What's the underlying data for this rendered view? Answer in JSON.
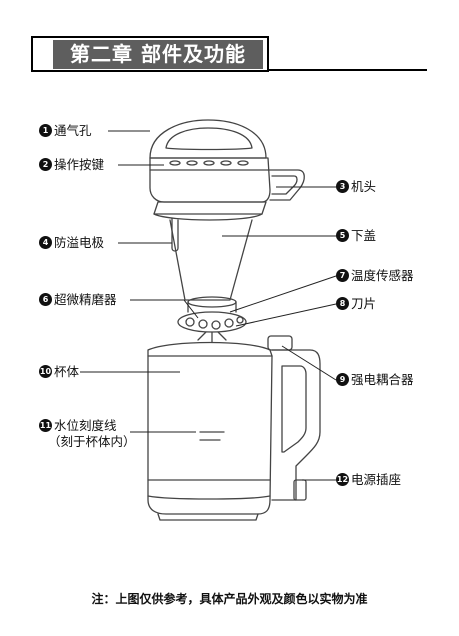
{
  "header": {
    "title": "第二章  部件及功能"
  },
  "parts": [
    {
      "num": "1",
      "name": "通气孔"
    },
    {
      "num": "2",
      "name": "操作按键"
    },
    {
      "num": "3",
      "name": "机头"
    },
    {
      "num": "4",
      "name": "防溢电极"
    },
    {
      "num": "5",
      "name": "下盖"
    },
    {
      "num": "6",
      "name": "超微精磨器"
    },
    {
      "num": "7",
      "name": "温度传感器"
    },
    {
      "num": "8",
      "name": "刀片"
    },
    {
      "num": "9",
      "name": "强电耦合器"
    },
    {
      "num": "10",
      "name": "杯体"
    },
    {
      "num": "11",
      "name": "水位刻度线",
      "sub": "（刻于杯体内）"
    },
    {
      "num": "12",
      "name": "电源插座"
    }
  ],
  "footer": {
    "note": "注：上图仅供参考，具体产品外观及颜色以实物为准"
  }
}
